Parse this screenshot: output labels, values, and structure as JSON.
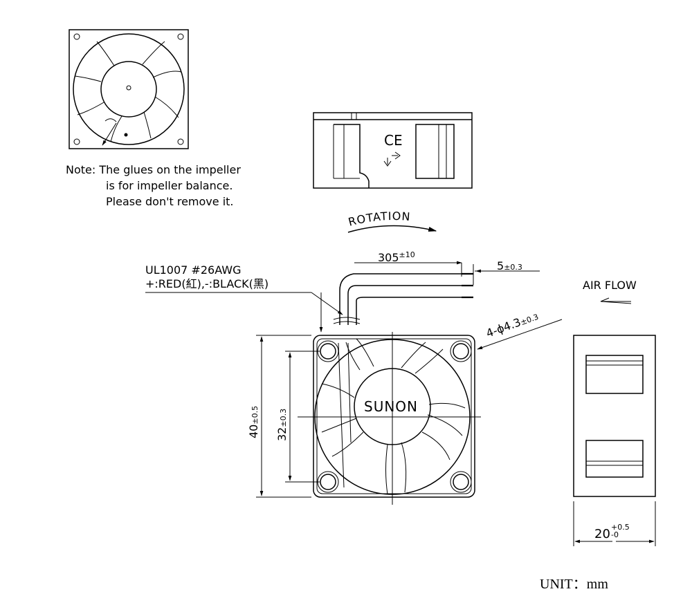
{
  "note": {
    "line1": "Note: The glues on the impeller",
    "line2": "is for impeller balance.",
    "line3": "Please don't remove it."
  },
  "label": {
    "ce_mark": "CE"
  },
  "rotation_label": "ROTATION",
  "wire": {
    "spec": "UL1007 #26AWG",
    "colors": "+:RED(紅),-:BLACK(黑)"
  },
  "dimensions": {
    "lead_length": {
      "value": "305",
      "tol": "±10"
    },
    "strip_length": {
      "value": "5",
      "tol": "±0.3"
    },
    "holes": {
      "value": "4-ϕ4.3",
      "tol": "±0.3"
    },
    "frame_size": {
      "value": "40",
      "tol": "±0.5"
    },
    "hole_pitch": {
      "value": "32",
      "tol": "±0.3"
    },
    "depth": {
      "value": "20",
      "tol_upper": "+0.5",
      "tol_lower": "-0"
    }
  },
  "airflow_label": "AIR FLOW",
  "brand": "SUNON",
  "unit_label": "UNIT：mm"
}
